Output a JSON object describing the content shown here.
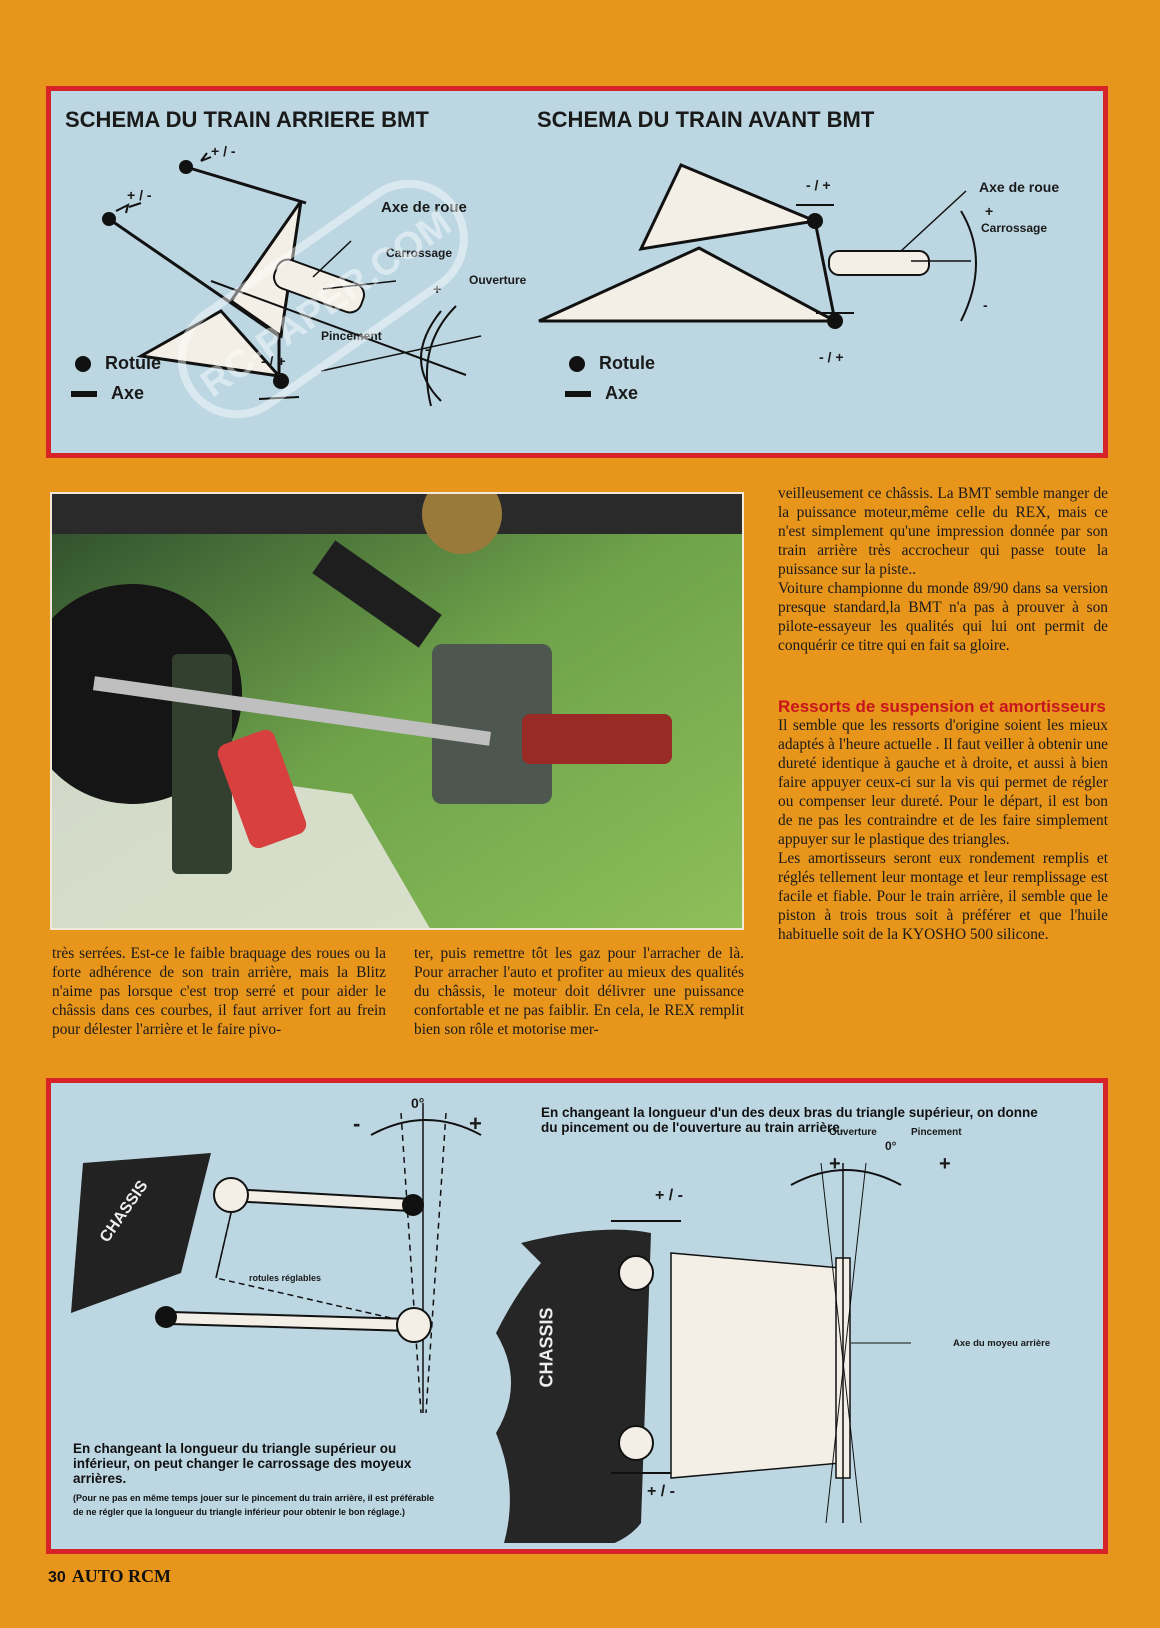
{
  "top_panel": {
    "rear": {
      "title": "SCHEMA  DU TRAIN ARRIERE BMT",
      "labels": {
        "axe_de_roue": "Axe de roue",
        "carrossage": "Carrossage",
        "ouverture": "Ouverture",
        "pincement": "Pincement",
        "pm1": "+ / -",
        "pm2": "+ / -",
        "pm3": "- / +",
        "plus": "+",
        "minus": "-"
      },
      "legend_rotule": "Rotule",
      "legend_axe": "Axe"
    },
    "front": {
      "title": "SCHEMA  DU TRAIN AVANT BMT",
      "labels": {
        "axe_de_roue": "Axe de roue",
        "plus": "+",
        "carrossage": "Carrossage",
        "minus": "-",
        "pm_top": "- / +",
        "pm_bottom": "- / +"
      },
      "legend_rotule": "Rotule",
      "legend_axe": "Axe"
    }
  },
  "watermark": {
    "text": "RC-PAPER.COM"
  },
  "article": {
    "left_col": "très serrées. Est-ce le faible braquage des roues ou la forte adhérence de son train arrière, mais la Blitz n'aime pas lorsque c'est trop serré et pour aider le châssis dans ces courbes, il faut arriver fort au frein pour délester l'arrière et le faire pivo-",
    "mid_col": "ter, puis remettre tôt les gaz pour l'arracher de là. Pour arracher l'auto et profiter au mieux des qualités du châssis, le moteur doit délivrer une puissance confortable et ne pas faiblir. En cela, le REX remplit bien son rôle et motorise mer-",
    "right_col_p1": "veilleusement ce châssis. La BMT semble manger de la puissance moteur,même celle du REX, mais ce n'est simplement qu'une impression donnée par son train arrière très accrocheur qui passe toute la puissance sur la piste..",
    "right_col_p2": "Voiture championne du monde 89/90 dans sa version presque standard,la BMT n'a pas à prouver à son pilote-essayeur les qualités qui lui ont permit de conquérir ce titre qui en fait sa gloire.",
    "heading": "Ressorts de suspension et amortisseurs",
    "right_col_p3": "Il semble que les ressorts d'origine soient les mieux adaptés à l'heure actuelle . Il faut veiller à obtenir une dureté identique à gauche et à droite, et aussi à bien faire appuyer ceux-ci sur la vis qui permet de régler ou compenser leur dureté. Pour le départ, il est bon de ne pas les contraindre et de les faire simplement appuyer sur le plastique des triangles.",
    "right_col_p4": "Les amortisseurs seront eux rondement remplis et réglés tellement leur montage et leur remplissage est facile et fiable. Pour le train arrière, il semble que le piston à trois trous soit à préférer et que l'huile habituelle soit de la KYOSHO 500 silicone."
  },
  "bottom_panel": {
    "left": {
      "deg": "0°",
      "minus": "-",
      "plus": "+",
      "chassis": "CHASSIS",
      "rotules": "rotules réglables",
      "caption_main": "En changeant la longueur du triangle supérieur ou inférieur, on peut  changer le carrossage des moyeux arrières.",
      "caption_note": "(Pour ne pas en même temps jouer sur le pincement du train arrière, il est préférable de ne régler que la longueur du triangle inférieur pour obtenir le bon réglage.)"
    },
    "right": {
      "caption": "En changeant la longueur d'un des deux bras du triangle supérieur, on donne du pincement ou de l'ouverture au train arrière.",
      "ouverture": "Ouverture",
      "pincement": "Pincement",
      "deg": "0°",
      "plus_left": "+",
      "plus_right": "+",
      "pm_top": "+ / -",
      "pm_bottom": "+ / -",
      "chassis": "CHASSIS",
      "axe_moyeu": "Axe du moyeu arrière"
    }
  },
  "footer": {
    "page": "30",
    "brand": "AUTO RCM"
  }
}
